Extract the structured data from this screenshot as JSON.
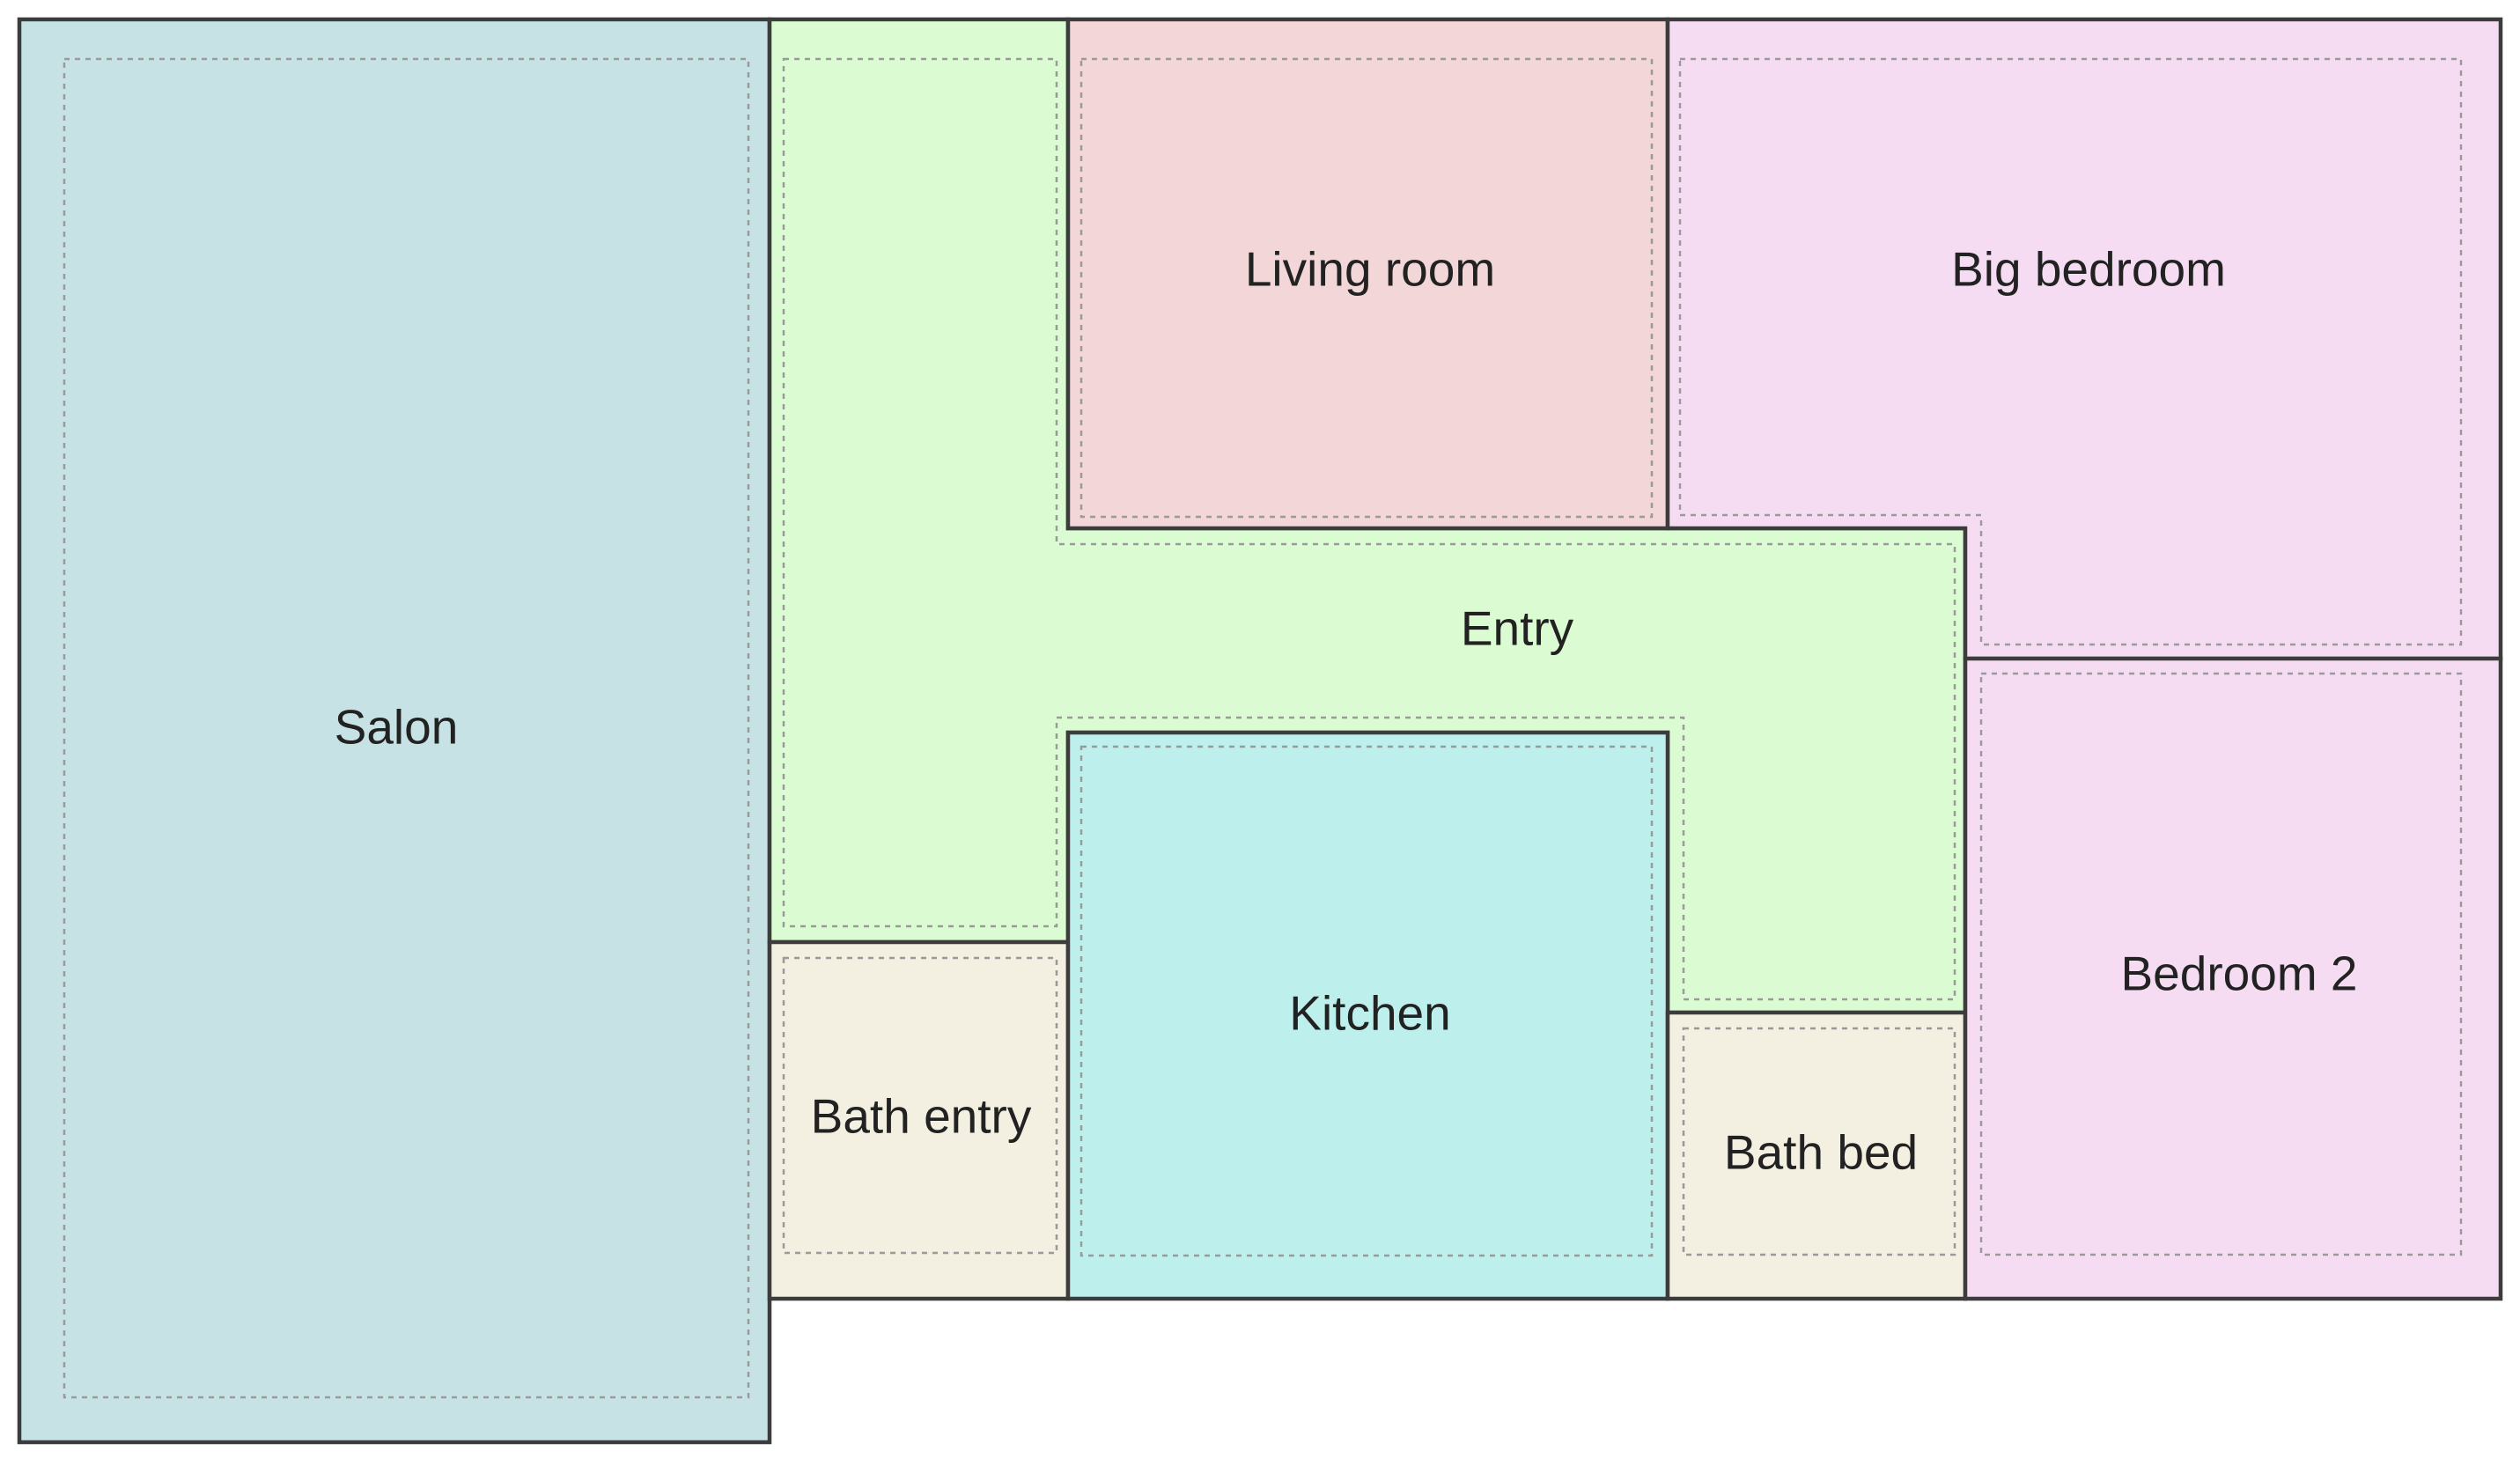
{
  "rooms": {
    "salon": {
      "label": "Salon",
      "color": "#c6e2e5"
    },
    "entry": {
      "label": "Entry",
      "color": "#dbfcd2"
    },
    "living_room": {
      "label": "Living room",
      "color": "#f2d6d8"
    },
    "big_bedroom": {
      "label": "Big bedroom",
      "color": "#f6dcf2"
    },
    "bath_entry": {
      "label": "Bath entry",
      "color": "#f3f0e2"
    },
    "kitchen": {
      "label": "Kitchen",
      "color": "#bdf0ec"
    },
    "bath_bed": {
      "label": "Bath bed",
      "color": "#f3f0e2"
    },
    "bedroom_2": {
      "label": "Bedroom 2",
      "color": "#f6dcf2"
    }
  },
  "colors": {
    "wall": "#3c3c3c",
    "inner_outline": "#9a9a9a",
    "background": "#ffffff"
  }
}
